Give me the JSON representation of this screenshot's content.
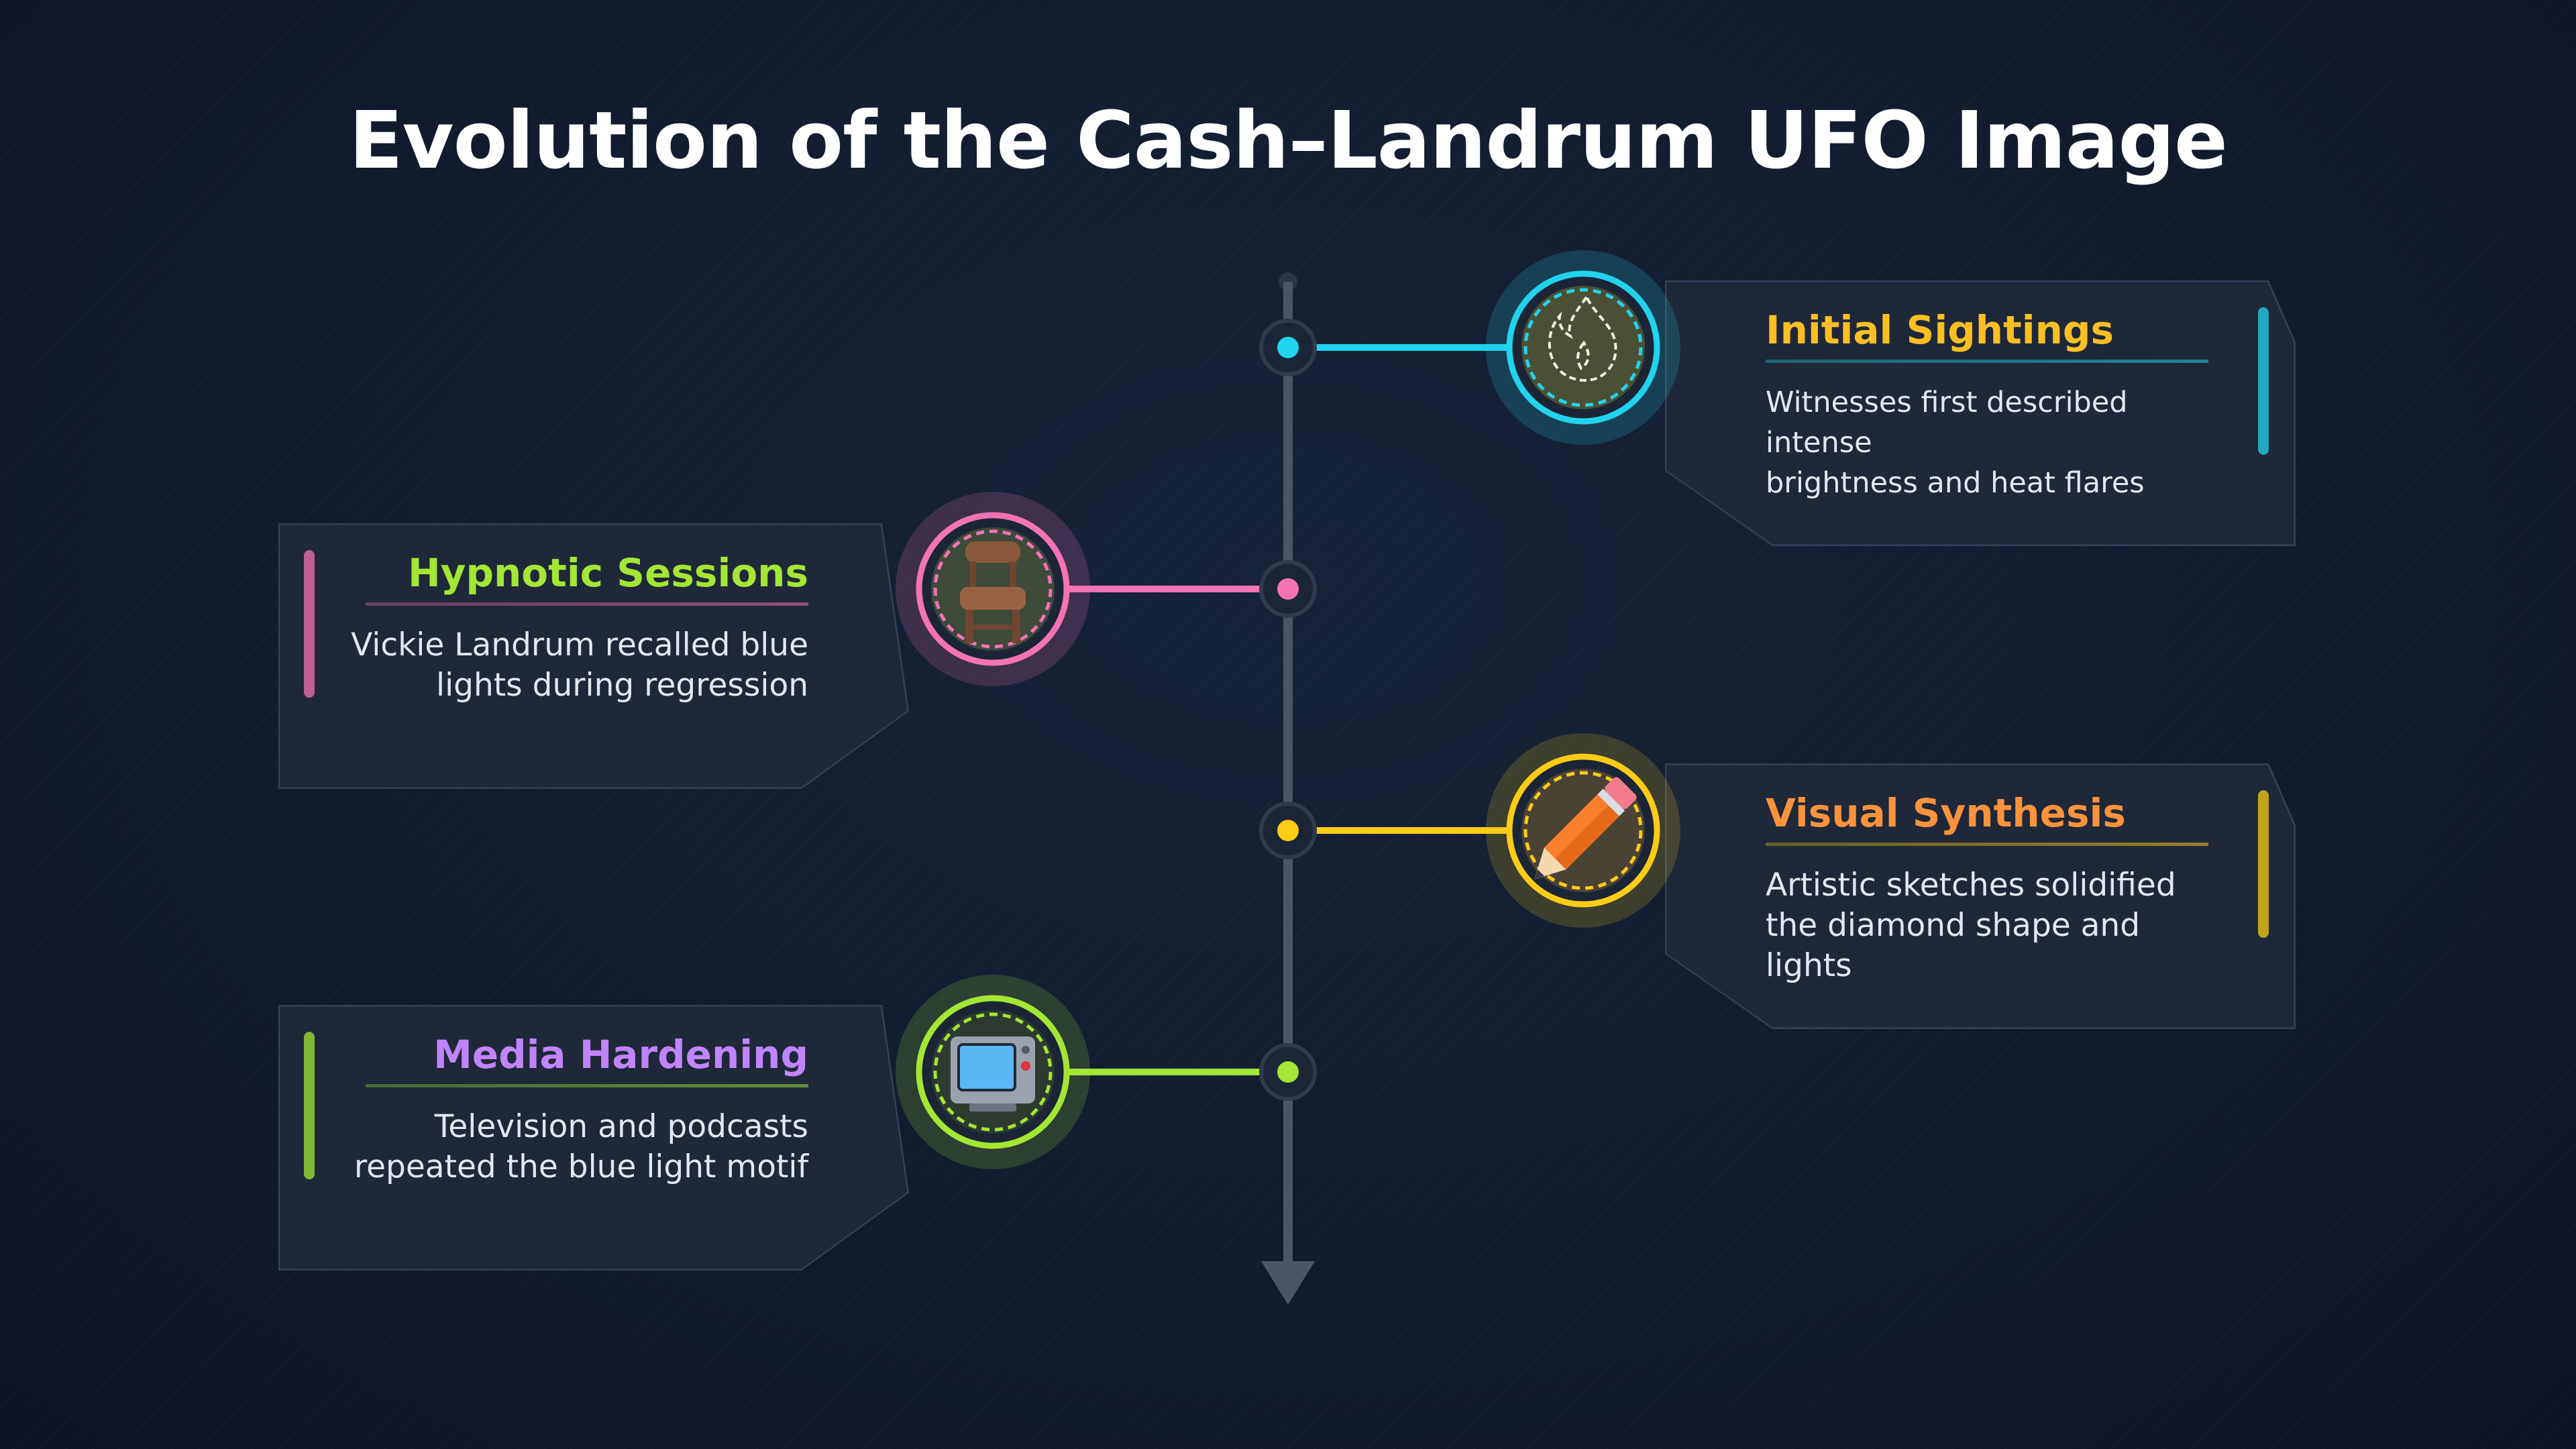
{
  "title": "Evolution of the Cash–Landrum UFO Image",
  "colors": {
    "background": "#121b2e",
    "card": "#1e2838",
    "spine": "#4a5568"
  },
  "events": [
    {
      "title": "Initial Sightings",
      "description_lines": [
        "Witnesses first described intense",
        "brightness and heat flares"
      ],
      "color": "#fbbf24",
      "accent": "#22d3ee",
      "icon": "flame-icon"
    },
    {
      "title": "Hypnotic Sessions",
      "description_lines": [
        "Vickie Landrum recalled blue",
        "lights during regression"
      ],
      "color": "#a3e635",
      "accent": "#f472b6",
      "icon": "chair-icon"
    },
    {
      "title": "Visual Synthesis",
      "description_lines": [
        "Artistic sketches solidified",
        "the diamond shape and lights"
      ],
      "color": "#fb923c",
      "accent": "#facc15",
      "icon": "pencil-icon"
    },
    {
      "title": "Media Hardening",
      "description_lines": [
        "Television and podcasts",
        "repeated the blue light motif"
      ],
      "color": "#c084fc",
      "accent": "#a3e635",
      "icon": "television-icon"
    }
  ]
}
